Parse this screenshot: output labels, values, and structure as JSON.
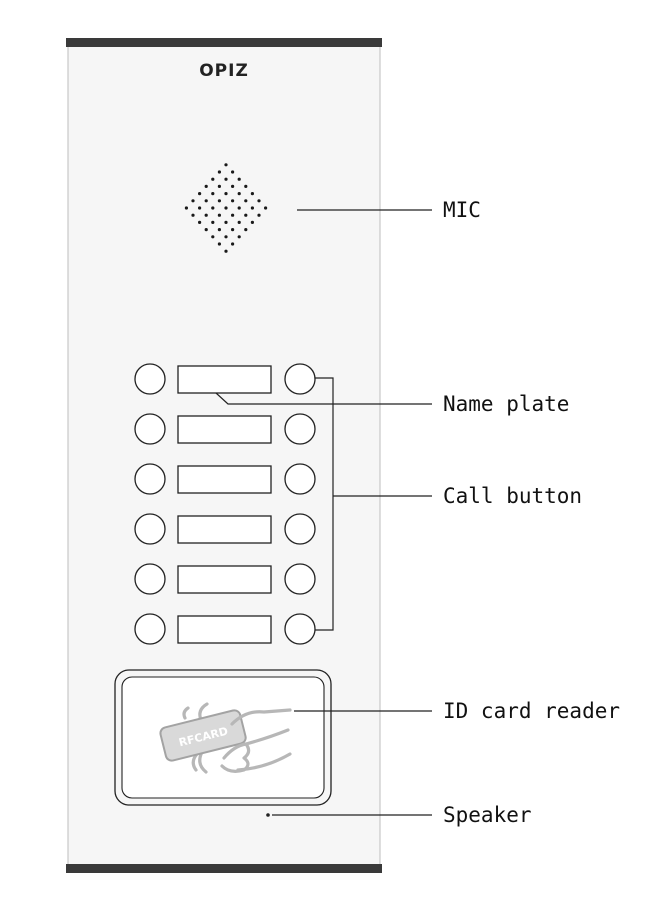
{
  "brand": "OPIZ",
  "reader_logo_text": "RFCARD",
  "callouts": {
    "mic": "MIC",
    "name_plate": "Name plate",
    "call_button": "Call button",
    "id_card_reader": "ID card reader",
    "speaker": "Speaker"
  },
  "button_rows": 6,
  "colors": {
    "panel_bar": "#3a3a3a",
    "panel_body": "#f6f6f6",
    "line": "#222222"
  }
}
